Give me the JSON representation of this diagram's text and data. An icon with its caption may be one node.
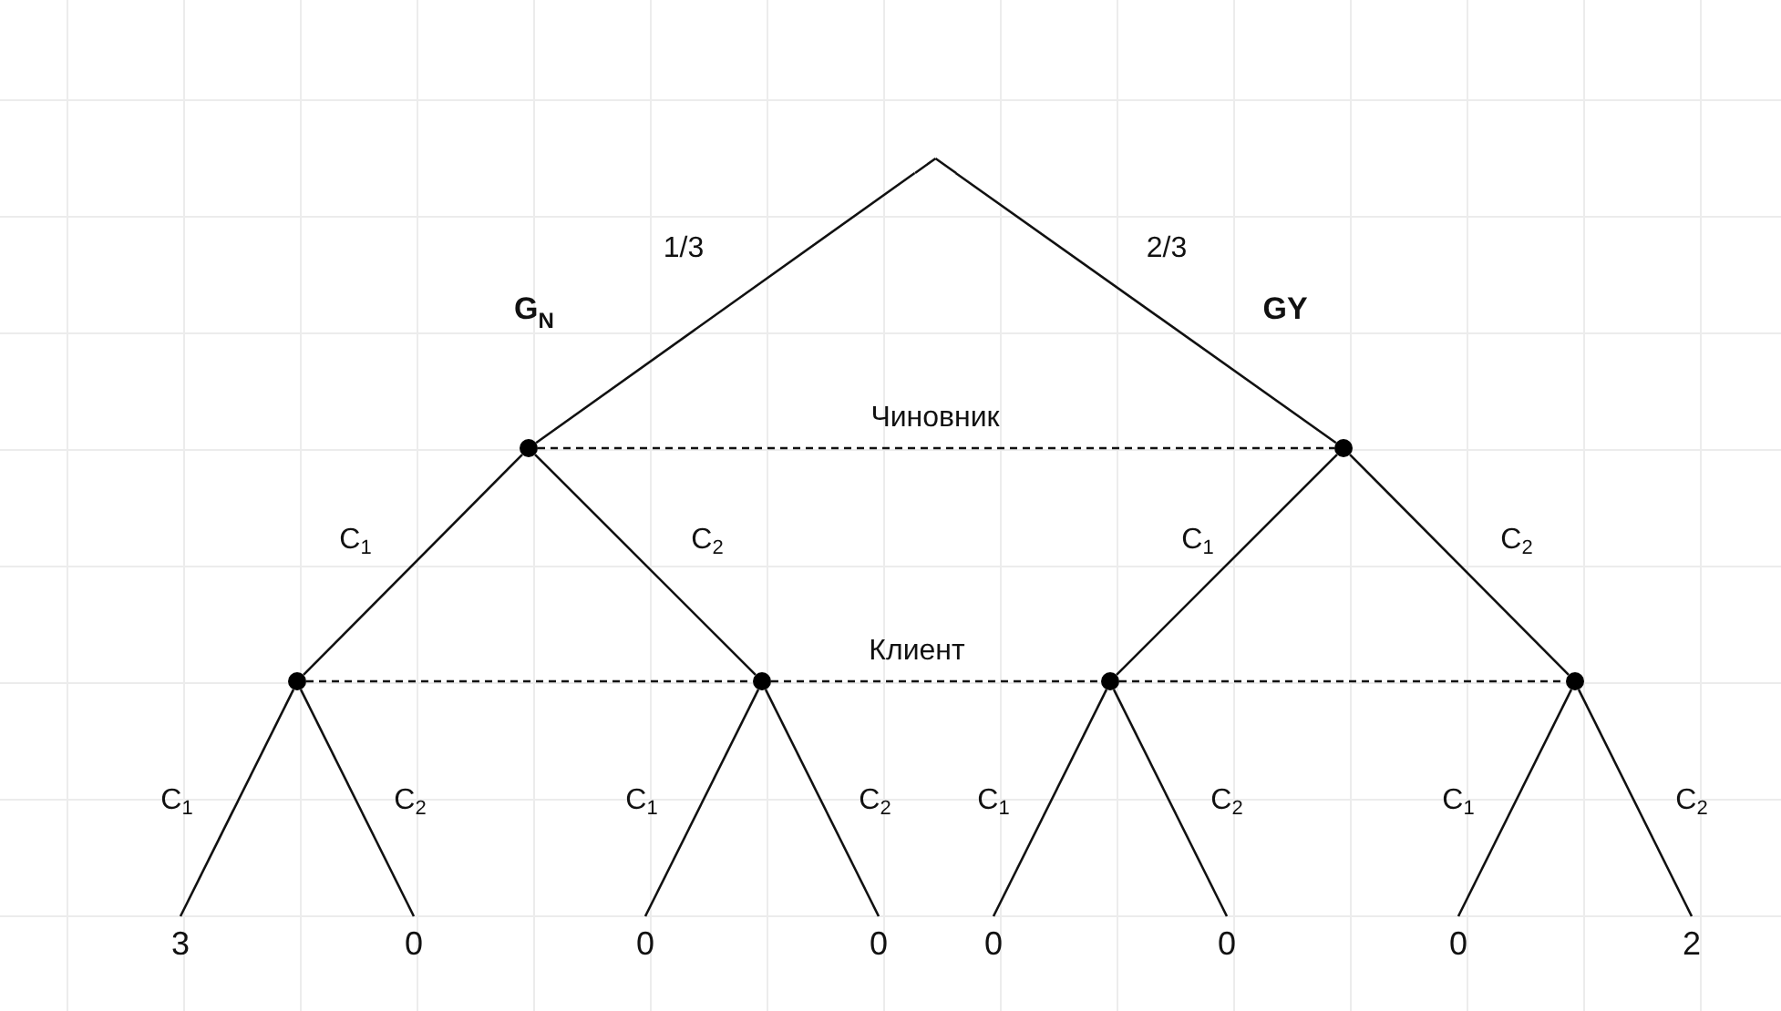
{
  "diagram": {
    "nodes": [
      {
        "text": [],
        "shape": "point"
      },
      {
        "text": [],
        "shape": "circle",
        "beside": [
          "G$_{N}$"
        ]
      },
      {
        "text": [],
        "shape": "circle",
        "beside": [
          "GY"
        ]
      },
      {
        "text": [],
        "shape": "circle"
      },
      {
        "text": [],
        "shape": "circle"
      },
      {
        "text": [],
        "shape": "circle"
      },
      {
        "text": [],
        "shape": "circle"
      },
      {
        "text": [
          "3"
        ]
      },
      {
        "text": [
          "0"
        ]
      },
      {
        "text": [
          "0"
        ]
      },
      {
        "text": [
          "0"
        ]
      },
      {
        "text": [
          "0"
        ]
      },
      {
        "text": [
          "0"
        ]
      },
      {
        "text": [
          "0"
        ]
      },
      {
        "text": [
          "2"
        ]
      }
    ],
    "edges": [
      {
        "from": 0,
        "to": 1,
        "arrow": "none",
        "label": "1/3"
      },
      {
        "from": 0,
        "to": 2,
        "arrow": "none",
        "label": "2/3"
      },
      {
        "from": 1,
        "to": 2,
        "arrow": "none",
        "style": "dashed",
        "label": "Чиновник"
      },
      {
        "from": 1,
        "to": 3,
        "arrow": "none",
        "label": "C$_{1}$"
      },
      {
        "from": 1,
        "to": 4,
        "arrow": "none",
        "label": "C$_{2}$"
      },
      {
        "from": 2,
        "to": 5,
        "arrow": "none",
        "label": "C$_{1}$"
      },
      {
        "from": 2,
        "to": 6,
        "arrow": "none",
        "label": "C$_{2}$"
      },
      {
        "from": 3,
        "to": 4,
        "arrow": "none",
        "style": "dashed"
      },
      {
        "from": 4,
        "to": 5,
        "arrow": "none",
        "style": "dashed",
        "label": "Клиент"
      },
      {
        "from": 5,
        "to": 6,
        "arrow": "none",
        "style": "dashed"
      },
      {
        "from": 3,
        "to": 7,
        "arrow": "none",
        "label": "C$_{1}$"
      },
      {
        "from": 3,
        "to": 8,
        "arrow": "none",
        "label": "C$_{2}$"
      },
      {
        "from": 4,
        "to": 9,
        "arrow": "none",
        "label": "C$_{1}$"
      },
      {
        "from": 4,
        "to": 10,
        "arrow": "none",
        "label": "C$_{2}$"
      },
      {
        "from": 5,
        "to": 11,
        "arrow": "none",
        "label": "C$_{1}$"
      },
      {
        "from": 5,
        "to": 12,
        "arrow": "none",
        "label": "C$_{2}$"
      },
      {
        "from": 6,
        "to": 13,
        "arrow": "none",
        "label": "C$_{1}$"
      },
      {
        "from": 6,
        "to": 14,
        "arrow": "none",
        "label": "C$_{2}$"
      }
    ]
  }
}
